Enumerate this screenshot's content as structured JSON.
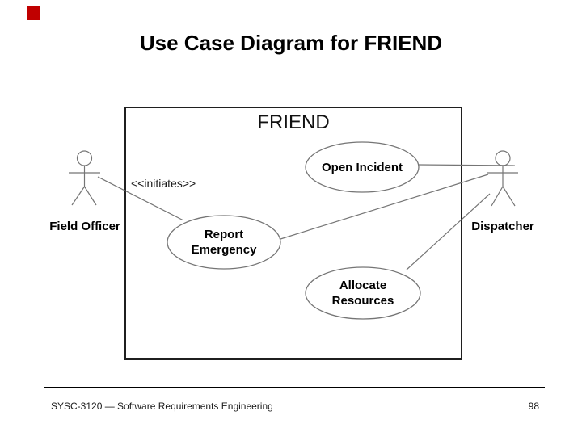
{
  "slide": {
    "title": "Use Case Diagram for FRIEND"
  },
  "colors": {
    "accent_square": "#c00000",
    "diagram_stroke": "#757575",
    "system_box_stroke": "#1f1f1f"
  },
  "diagram": {
    "system": {
      "name": "FRIEND"
    },
    "use_cases": [
      {
        "id": "open-incident",
        "label_lines": [
          "Open Incident"
        ]
      },
      {
        "id": "report-emergency",
        "label_lines": [
          "Report",
          "Emergency"
        ]
      },
      {
        "id": "allocate-resources",
        "label_lines": [
          "Allocate",
          "Resources"
        ]
      }
    ],
    "actors": [
      {
        "id": "field-officer",
        "label": "Field Officer"
      },
      {
        "id": "dispatcher",
        "label": "Dispatcher"
      }
    ],
    "stereotype_label": "<<initiates>>"
  },
  "footer": {
    "course": "SYSC-3120 — Software Requirements Engineering",
    "page_number": "98"
  }
}
